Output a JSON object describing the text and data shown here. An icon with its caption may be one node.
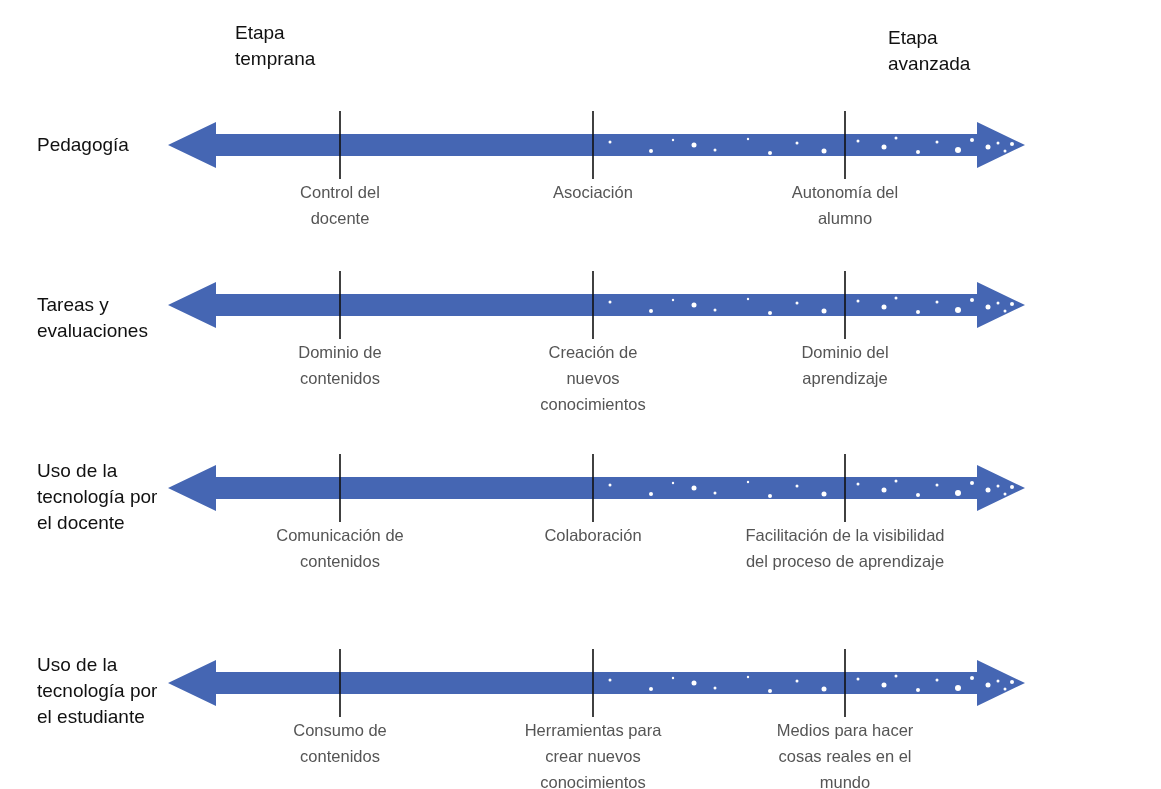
{
  "diagram": {
    "labels": [
      "Etapa temprana",
      "Etapa avanzada",
      "Pedagogía",
      "Control del docente",
      "Asociación",
      "Autonomía del alumno",
      "Tareas y evaluaciones",
      "Dominio de contenidos",
      "Creación de nuevos conocimientos",
      "Dominio del aprendizaje",
      "Uso de la tecnología por el docente",
      "Comunicación de contenidos",
      "Colaboración",
      "Facilitación de la visibilidad del proceso de aprendizaje",
      "Uso de la tecnología por el estudiante",
      "Consumo de contenidos",
      "Herramientas para crear nuevos conocimientos",
      "Medios para hacer cosas reales en el mundo"
    ]
  }
}
